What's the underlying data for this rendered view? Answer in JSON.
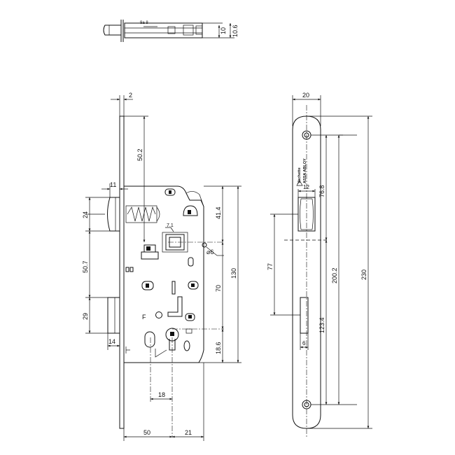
{
  "drawing": {
    "top_view": {
      "dim_a": "10",
      "dim_b": "10.6",
      "mark": "9a 8"
    },
    "side_view": {
      "dim_top_thickness": "2",
      "dim_faceplate_to_hub": "50.2",
      "dim_latch_projection": "11",
      "dim_latch_height": "24",
      "dim_hub_to_top": "41.4",
      "dim_hub_label": "7.1",
      "dim_hole": "⌀6",
      "dim_latch_to_bolt": "50.7",
      "dim_bolt_height": "29",
      "dim_bolt_projection": "14",
      "dim_hub_to_key": "70",
      "dim_case_height": "130",
      "dim_key_to_bottom": "18.6",
      "dim_key_offset": "18",
      "dim_backset": "50",
      "dim_case_depth": "21",
      "marker_letter": "F"
    },
    "front_view": {
      "dim_width": "20",
      "dim_latch_width": "12",
      "dim_top_to_latch": "76.8",
      "dim_latch_to_bolt": "77",
      "dim_screw_spacing": "200.2",
      "dim_total": "230",
      "dim_latch_to_bottom": "123.4",
      "dim_bolt_width": "6",
      "brand_line1": "Vachette",
      "brand_line2": "ASSA ABLOY"
    }
  }
}
